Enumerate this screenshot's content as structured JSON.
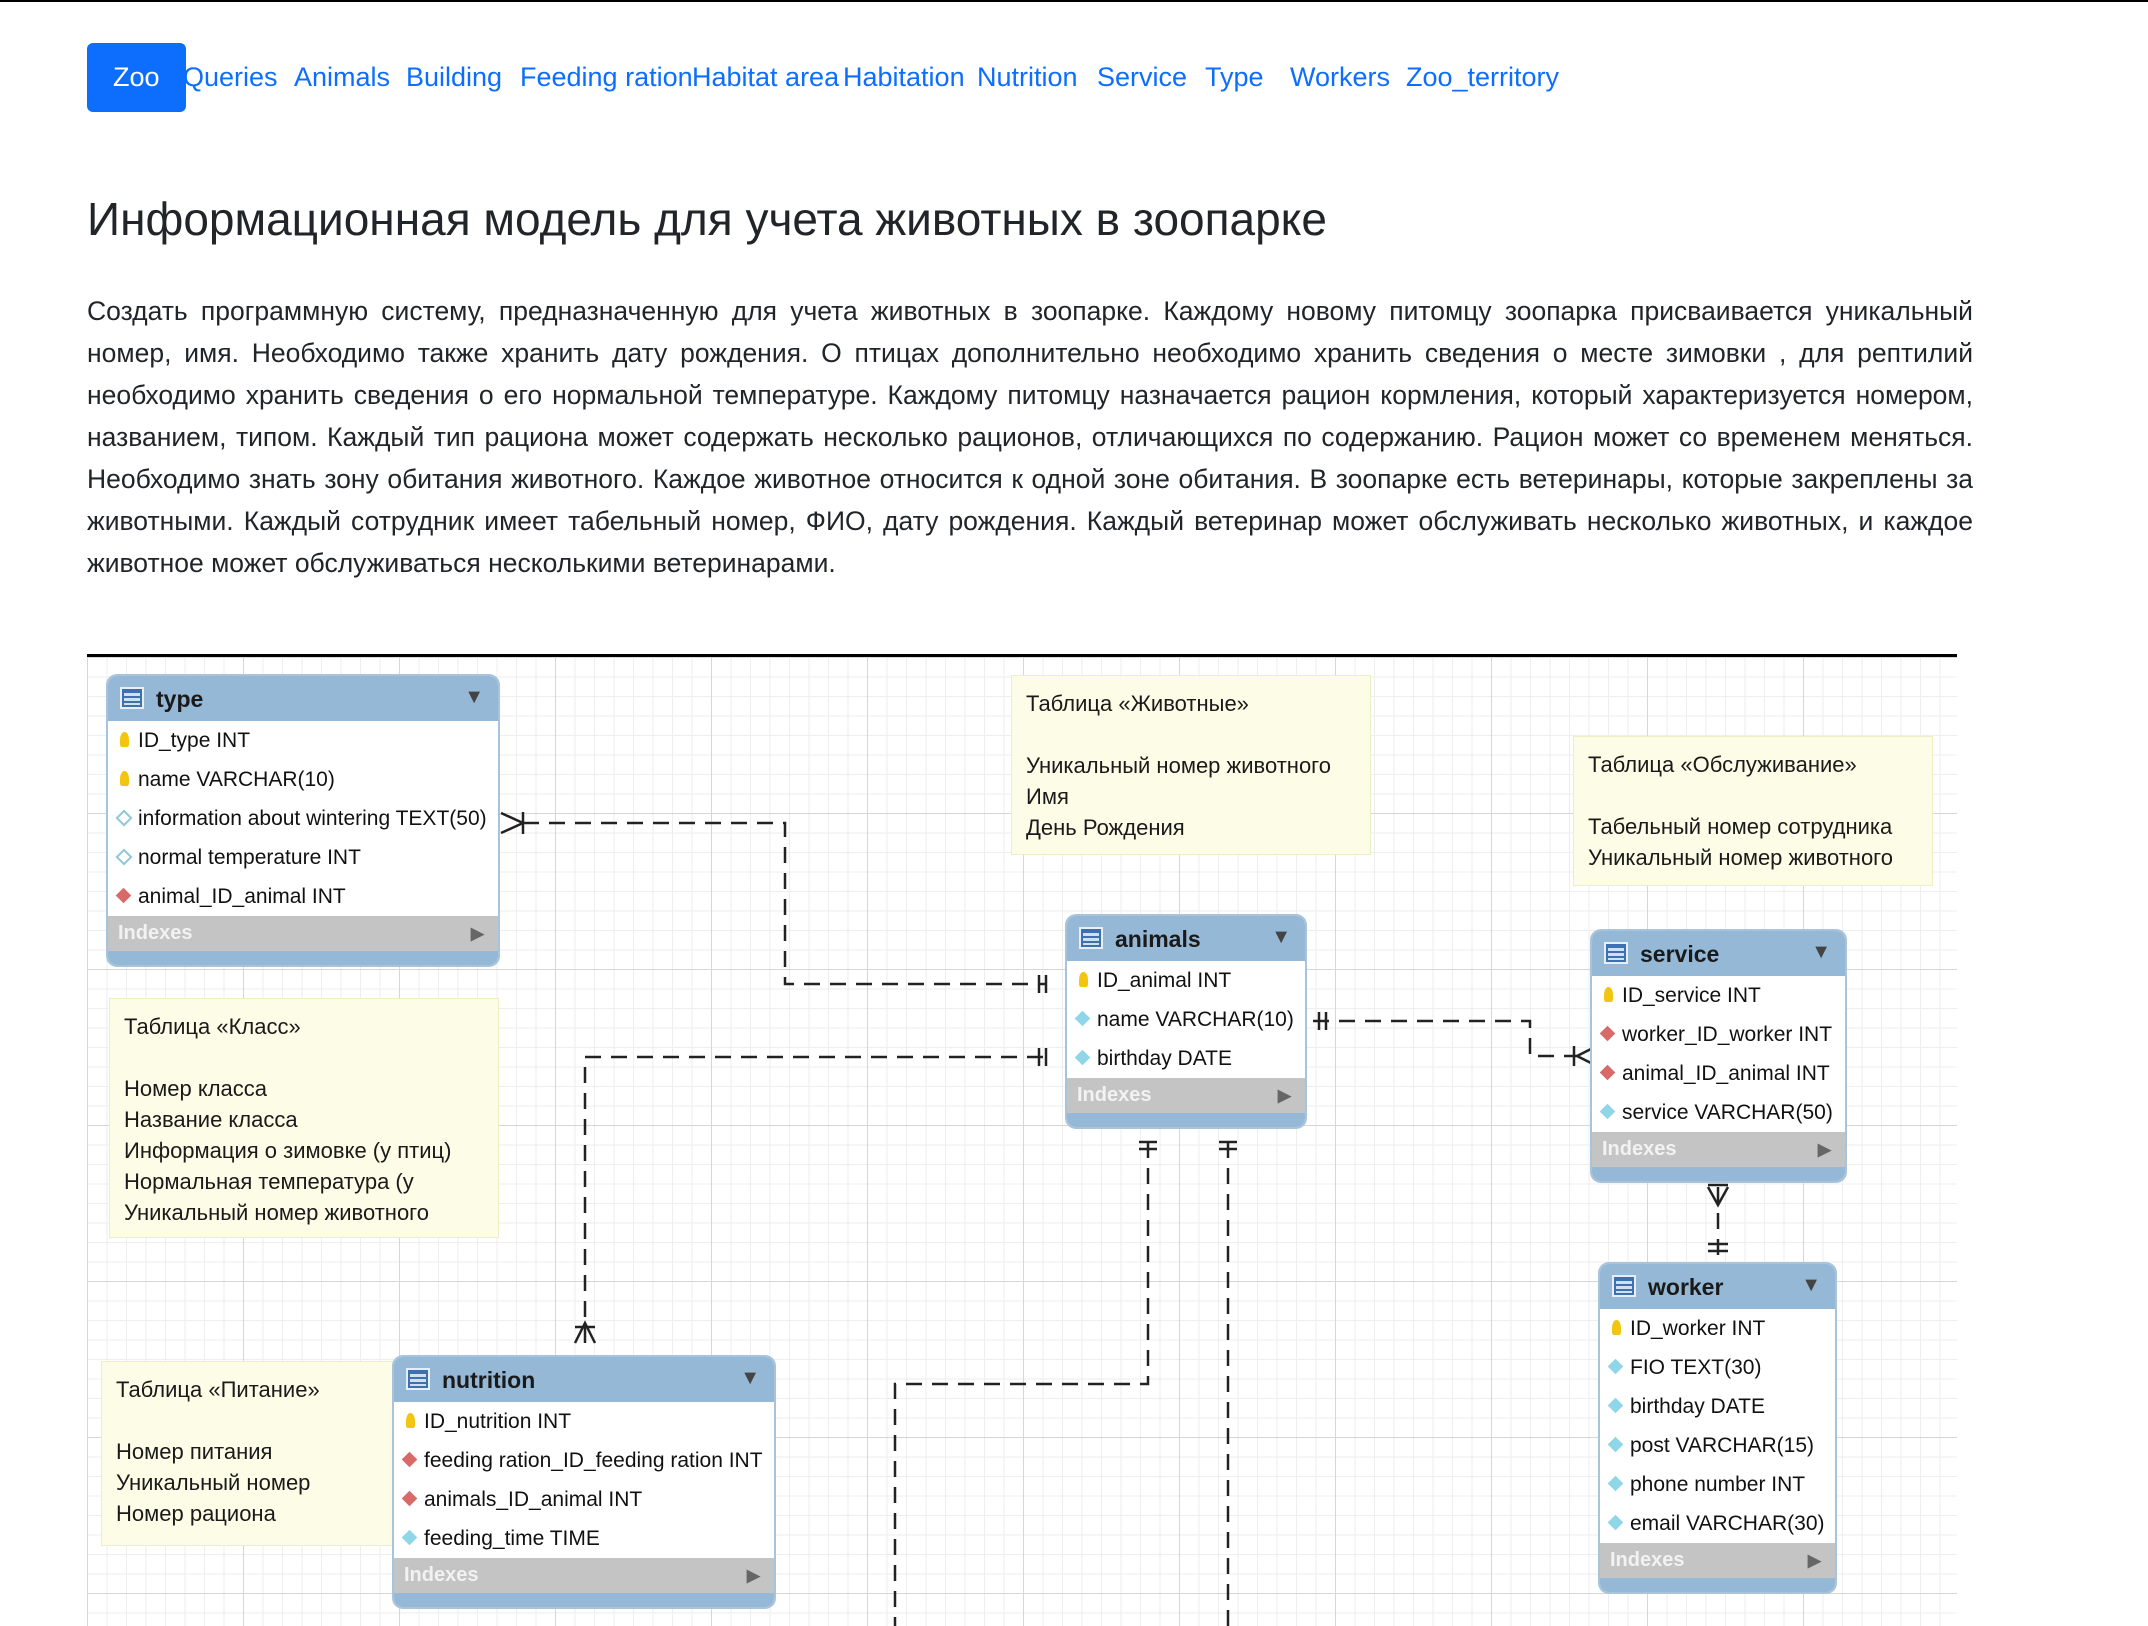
{
  "nav": {
    "items": [
      {
        "label": "Zoo",
        "active": true
      },
      {
        "label": "Queries"
      },
      {
        "label": "Animals"
      },
      {
        "label": "Building"
      },
      {
        "label": "Feeding ration"
      },
      {
        "label": "Habitat area"
      },
      {
        "label": "Habitation"
      },
      {
        "label": "Nutrition"
      },
      {
        "label": "Service"
      },
      {
        "label": "Type"
      },
      {
        "label": "Workers"
      },
      {
        "label": "Zoo_territory"
      }
    ]
  },
  "page": {
    "title": "Информационная модель для учета животных в зоопарке",
    "description": "Создать программную систему, предназначенную для учета животных в зоопарке. Каждому новому питомцу зоопарка присваивается уникальный номер, имя. Необходимо также хранить дату рождения. О птицах дополнительно необходимо хранить сведения о месте зимовки , для рептилий необходимо хранить сведения о его нормальной температуре. Каждому питомцу назначается рацион кормления, который характеризуется номером, названием, типом. Каждый тип рациона может содержать несколько рационов, отличающихся по содержанию. Рацион может со временем меняться. Необходимо знать зону обитания животного. Каждое животное относится к одной зоне обитания. В зоопарке есть ветеринары, которые закреплены за животными. Каждый сотрудник имеет табельный номер, ФИО, дату рождения. Каждый ветеринар может обслуживать несколько животных, и каждое животное может обслуживаться несколькими ветеринарами."
  },
  "diagram": {
    "indexes_label": "Indexes",
    "tables": {
      "type": {
        "name": "type",
        "columns": [
          {
            "text": "ID_type INT",
            "key": "pk"
          },
          {
            "text": "name VARCHAR(10)",
            "key": "pk"
          },
          {
            "text": "information about wintering TEXT(50)",
            "key": "nul"
          },
          {
            "text": "normal temperature INT",
            "key": "nul"
          },
          {
            "text": "animal_ID_animal INT",
            "key": "fk"
          }
        ]
      },
      "animals": {
        "name": "animals",
        "columns": [
          {
            "text": "ID_animal INT",
            "key": "pk"
          },
          {
            "text": "name VARCHAR(10)",
            "key": "col"
          },
          {
            "text": "birthday DATE",
            "key": "col"
          }
        ]
      },
      "service": {
        "name": "service",
        "columns": [
          {
            "text": "ID_service INT",
            "key": "pk"
          },
          {
            "text": "worker_ID_worker INT",
            "key": "fk"
          },
          {
            "text": "animal_ID_animal INT",
            "key": "fk"
          },
          {
            "text": "service VARCHAR(50)",
            "key": "col"
          }
        ]
      },
      "worker": {
        "name": "worker",
        "columns": [
          {
            "text": "ID_worker INT",
            "key": "pk"
          },
          {
            "text": "FIO TEXT(30)",
            "key": "col"
          },
          {
            "text": "birthday DATE",
            "key": "col"
          },
          {
            "text": "post VARCHAR(15)",
            "key": "col"
          },
          {
            "text": "phone number INT",
            "key": "col"
          },
          {
            "text": "email VARCHAR(30)",
            "key": "col"
          }
        ]
      },
      "nutrition": {
        "name": "nutrition",
        "columns": [
          {
            "text": "ID_nutrition INT",
            "key": "pk"
          },
          {
            "text": "feeding ration_ID_feeding ration INT",
            "key": "fk"
          },
          {
            "text": "animals_ID_animal INT",
            "key": "fk"
          },
          {
            "text": "feeding_time TIME",
            "key": "col"
          }
        ]
      }
    },
    "notes": {
      "animals": {
        "title": "Таблица «Животные»",
        "lines": [
          "Уникальный номер животного",
          "Имя",
          "День Рождения"
        ]
      },
      "service": {
        "title": "Таблица «Обслуживание»",
        "lines": [
          "Табельный номер сотрудника",
          "Уникальный номер животного"
        ]
      },
      "class": {
        "title": "Таблица «Класс»",
        "lines": [
          "Номер класса",
          "Название класса",
          "Информация о зимовке (у птиц)",
          "Нормальная температура (у",
          "Уникальный номер животного"
        ]
      },
      "nutrition": {
        "title": "Таблица «Питание»",
        "lines": [
          "Номер питания",
          "Уникальный номер",
          "Номер рациона"
        ]
      }
    }
  }
}
